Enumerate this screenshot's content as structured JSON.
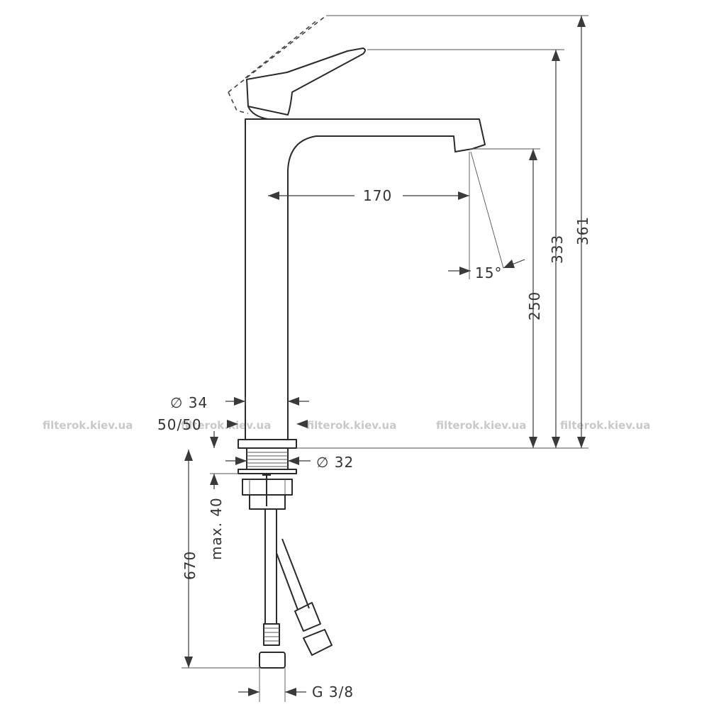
{
  "drawing": {
    "dimensions": {
      "spout_reach": "170",
      "spray_angle": "15°",
      "outlet_height": "250",
      "spout_height": "333",
      "total_height": "361",
      "body_diameter": "∅ 34",
      "thread_diameter": "∅ 32",
      "mounting_size": "50/50",
      "max_counter_thickness": "max. 40",
      "hose_length": "670",
      "connection_thread": "G 3/8"
    },
    "watermark": "filterok.kiev.ua"
  }
}
